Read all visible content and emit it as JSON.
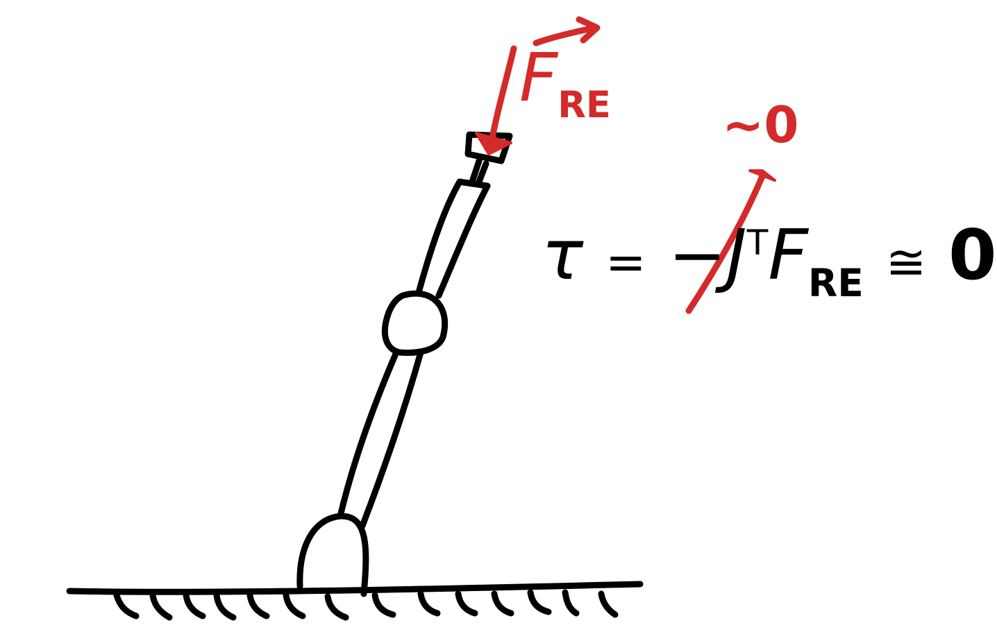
{
  "colors": {
    "ink": "#000000",
    "accent": "#d42a2a",
    "background": "#ffffff"
  },
  "force_label": {
    "symbol": "F",
    "subscript": "RE"
  },
  "equation": {
    "lhs": "τ",
    "equals": "=",
    "minus": "−",
    "jacobian": "J",
    "transpose": "T",
    "force": "F",
    "force_subscript": "RE",
    "approx": "≅",
    "rhs": "0"
  },
  "cancel_note": "~0"
}
